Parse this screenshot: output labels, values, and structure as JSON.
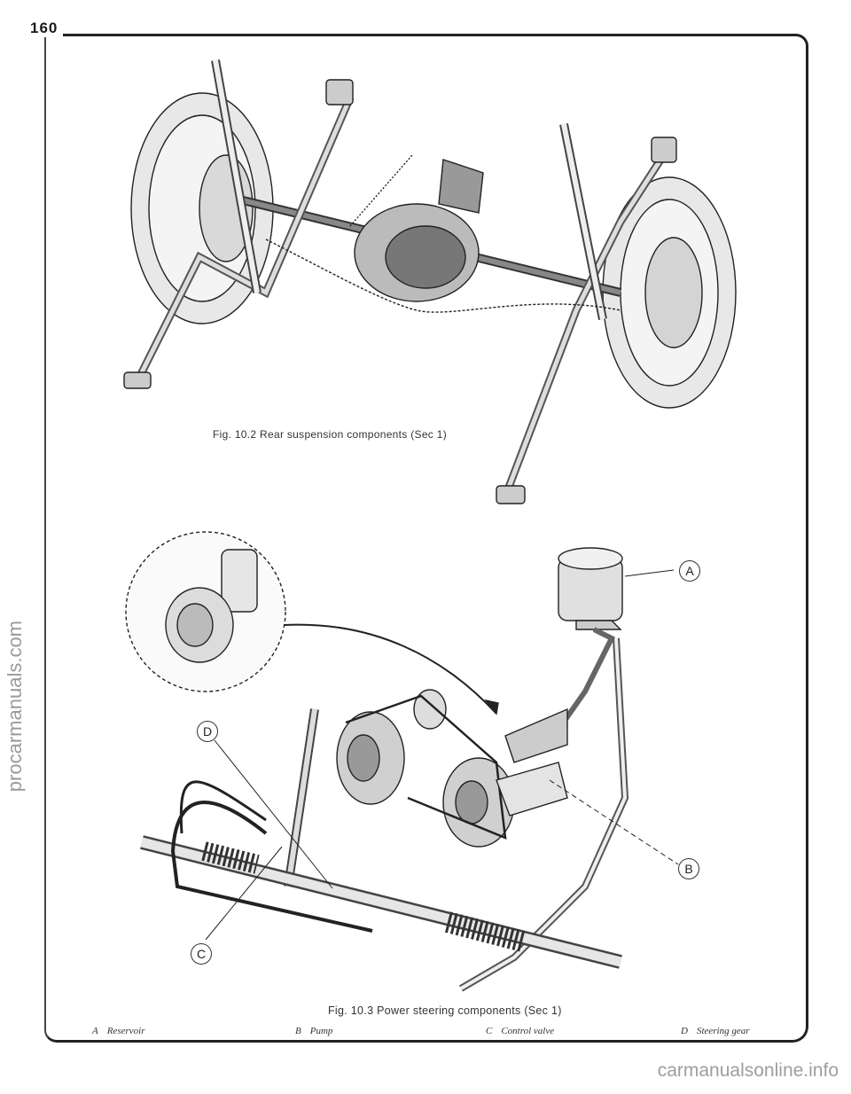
{
  "page": {
    "number": "160"
  },
  "watermarks": {
    "side": "procarmanuals.com",
    "footer": "carmanualsonline.info"
  },
  "figures": [
    {
      "caption": "Fig. 10.2 Rear suspension components (Sec 1)"
    },
    {
      "caption": "Fig. 10.3 Power steering components (Sec 1)"
    }
  ],
  "callouts": {
    "a": "A",
    "b": "B",
    "c": "C",
    "d": "D"
  },
  "legend": [
    {
      "key": "A",
      "label": "Reservoir"
    },
    {
      "key": "B",
      "label": "Pump"
    },
    {
      "key": "C",
      "label": "Control valve"
    },
    {
      "key": "D",
      "label": "Steering gear"
    }
  ]
}
